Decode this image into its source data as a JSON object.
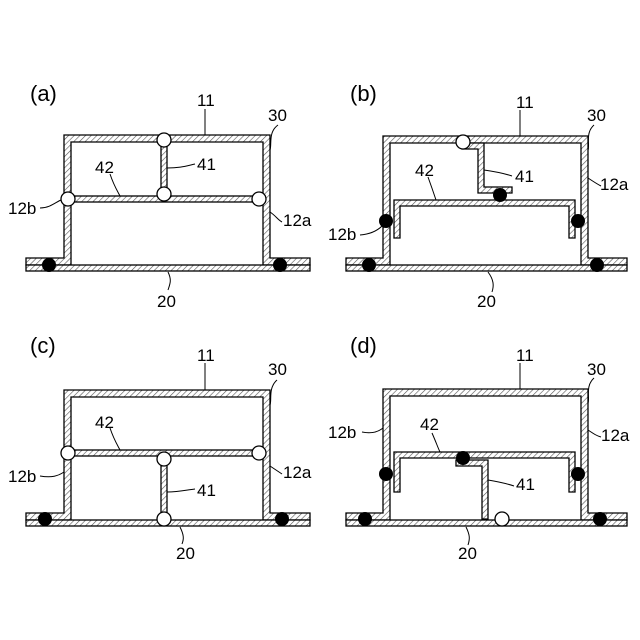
{
  "panels": [
    {
      "id": "a",
      "panel_label": "(a)",
      "labels": {
        "top": "11",
        "housing": "30",
        "right_wall": "12a",
        "left_wall": "12b",
        "base": "20",
        "beam": "42",
        "post": "41"
      }
    },
    {
      "id": "b",
      "panel_label": "(b)",
      "labels": {
        "top": "11",
        "housing": "30",
        "right_wall": "12a",
        "left_wall": "12b",
        "base": "20",
        "beam": "42",
        "post": "41"
      }
    },
    {
      "id": "c",
      "panel_label": "(c)",
      "labels": {
        "top": "11",
        "housing": "30",
        "right_wall": "12a",
        "left_wall": "12b",
        "base": "20",
        "beam": "42",
        "post": "41"
      }
    },
    {
      "id": "d",
      "panel_label": "(d)",
      "labels": {
        "top": "11",
        "housing": "30",
        "right_wall": "12a",
        "left_wall": "12b",
        "base": "20",
        "beam": "42",
        "post": "41"
      }
    }
  ],
  "colors": {
    "line": "#000000",
    "hatch": "#555555",
    "joint_open": "#ffffff",
    "joint_fixed": "#000000"
  }
}
